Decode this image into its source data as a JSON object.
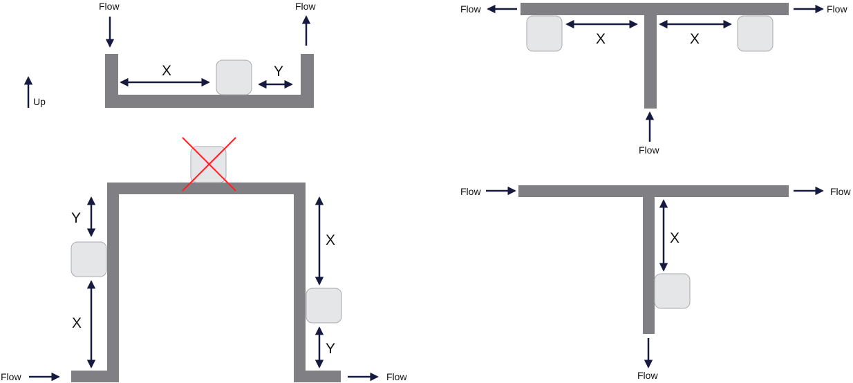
{
  "colors": {
    "pipe": "#808084",
    "sensor": "#e5e6e8",
    "sensor_stroke": "#a9aaae",
    "arrow": "#171a3f",
    "cross": "#ff2020"
  },
  "labels": {
    "flow": "Flow",
    "up": "Up",
    "x": "X",
    "y": "Y"
  },
  "icons": {
    "arrow": "arrowhead-icon",
    "cross": "red-x-cross-icon"
  }
}
